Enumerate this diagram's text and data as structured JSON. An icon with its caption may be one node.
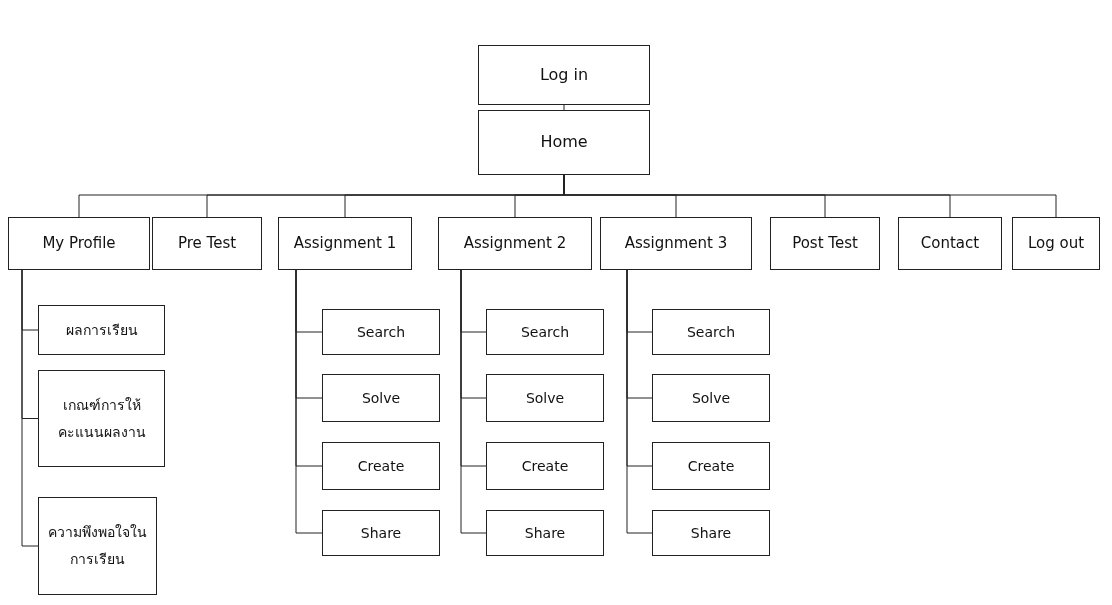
{
  "diagram": {
    "nodes": [
      {
        "text": [
          "Log in"
        ]
      },
      {
        "text": [
          "Home"
        ]
      },
      {
        "text": [
          "My Profile"
        ]
      },
      {
        "text": [
          "Pre Test"
        ]
      },
      {
        "text": [
          "Assignment 1"
        ]
      },
      {
        "text": [
          "Assignment 2"
        ]
      },
      {
        "text": [
          "Assignment 3"
        ]
      },
      {
        "text": [
          "Post Test"
        ]
      },
      {
        "text": [
          "Contact"
        ]
      },
      {
        "text": [
          "Log out"
        ]
      },
      {
        "text": [
          "ผลการเรียน"
        ]
      },
      {
        "text": [
          "เกณฑ์การให้คะแนนผลงาน"
        ]
      },
      {
        "text": [
          "ความพึงพอใจในการเรียน"
        ]
      },
      {
        "text": [
          "Search"
        ]
      },
      {
        "text": [
          "Solve"
        ]
      },
      {
        "text": [
          "Create"
        ]
      },
      {
        "text": [
          "Share"
        ]
      },
      {
        "text": [
          "Search"
        ]
      },
      {
        "text": [
          "Solve"
        ]
      },
      {
        "text": [
          "Create"
        ]
      },
      {
        "text": [
          "Share"
        ]
      },
      {
        "text": [
          "Search"
        ]
      },
      {
        "text": [
          "Solve"
        ]
      },
      {
        "text": [
          "Create"
        ]
      },
      {
        "text": [
          "Share"
        ]
      }
    ],
    "edges": [
      {
        "from": 0,
        "to": 1,
        "arrow": "none"
      },
      {
        "from": 1,
        "to": 2,
        "arrow": "none"
      },
      {
        "from": 1,
        "to": 3,
        "arrow": "none"
      },
      {
        "from": 1,
        "to": 4,
        "arrow": "none"
      },
      {
        "from": 1,
        "to": 5,
        "arrow": "none"
      },
      {
        "from": 1,
        "to": 6,
        "arrow": "none"
      },
      {
        "from": 1,
        "to": 7,
        "arrow": "none"
      },
      {
        "from": 1,
        "to": 8,
        "arrow": "none"
      },
      {
        "from": 1,
        "to": 9,
        "arrow": "none"
      },
      {
        "from": 2,
        "to": 10,
        "arrow": "none"
      },
      {
        "from": 2,
        "to": 11,
        "arrow": "none"
      },
      {
        "from": 2,
        "to": 12,
        "arrow": "none"
      },
      {
        "from": 4,
        "to": 13,
        "arrow": "none"
      },
      {
        "from": 4,
        "to": 14,
        "arrow": "none"
      },
      {
        "from": 4,
        "to": 15,
        "arrow": "none"
      },
      {
        "from": 4,
        "to": 16,
        "arrow": "none"
      },
      {
        "from": 5,
        "to": 17,
        "arrow": "none"
      },
      {
        "from": 5,
        "to": 18,
        "arrow": "none"
      },
      {
        "from": 5,
        "to": 19,
        "arrow": "none"
      },
      {
        "from": 5,
        "to": 20,
        "arrow": "none"
      },
      {
        "from": 6,
        "to": 21,
        "arrow": "none"
      },
      {
        "from": 6,
        "to": 22,
        "arrow": "none"
      },
      {
        "from": 6,
        "to": 23,
        "arrow": "none"
      },
      {
        "from": 6,
        "to": 24,
        "arrow": "none"
      }
    ]
  }
}
